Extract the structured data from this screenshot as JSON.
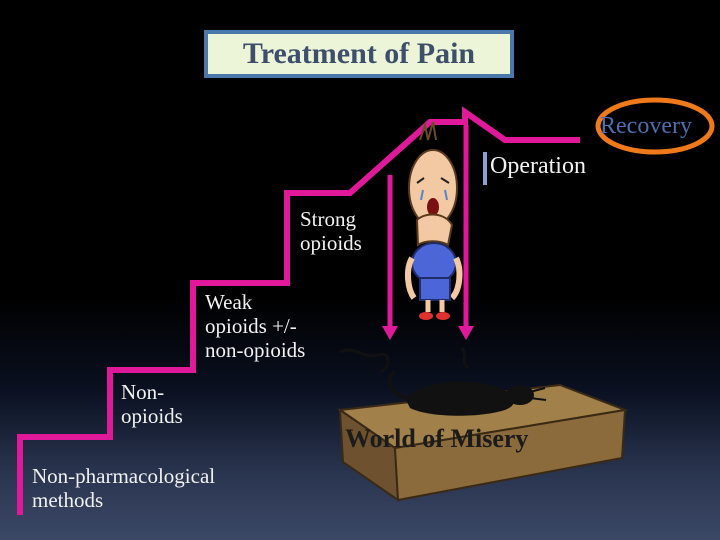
{
  "title": "Treatment of Pain",
  "steps": {
    "non_pharmacological": [
      "Non-pharmacological",
      "methods"
    ],
    "non_opioids": [
      "Non-",
      "opioids"
    ],
    "weak_opioids": [
      "Weak",
      "opioids +/-",
      "non-opioids"
    ],
    "strong_opioids": [
      "Strong",
      "opioids"
    ],
    "operation": "Operation",
    "recovery": "Recovery"
  },
  "bed_label": "World of Misery",
  "colors": {
    "stair": "#e0189a",
    "title_border": "#4a78a8",
    "title_fill": "#ecf5d8",
    "title_text": "#3d4f6b",
    "recovery_ring": "#f07a1a",
    "recovery_text": "#4b6fb0",
    "operation_line": "#8aa0d8",
    "bed": "#8b6a3c"
  },
  "icons": [
    "stair-step",
    "down-arrow",
    "crying-child",
    "bed",
    "cat"
  ]
}
